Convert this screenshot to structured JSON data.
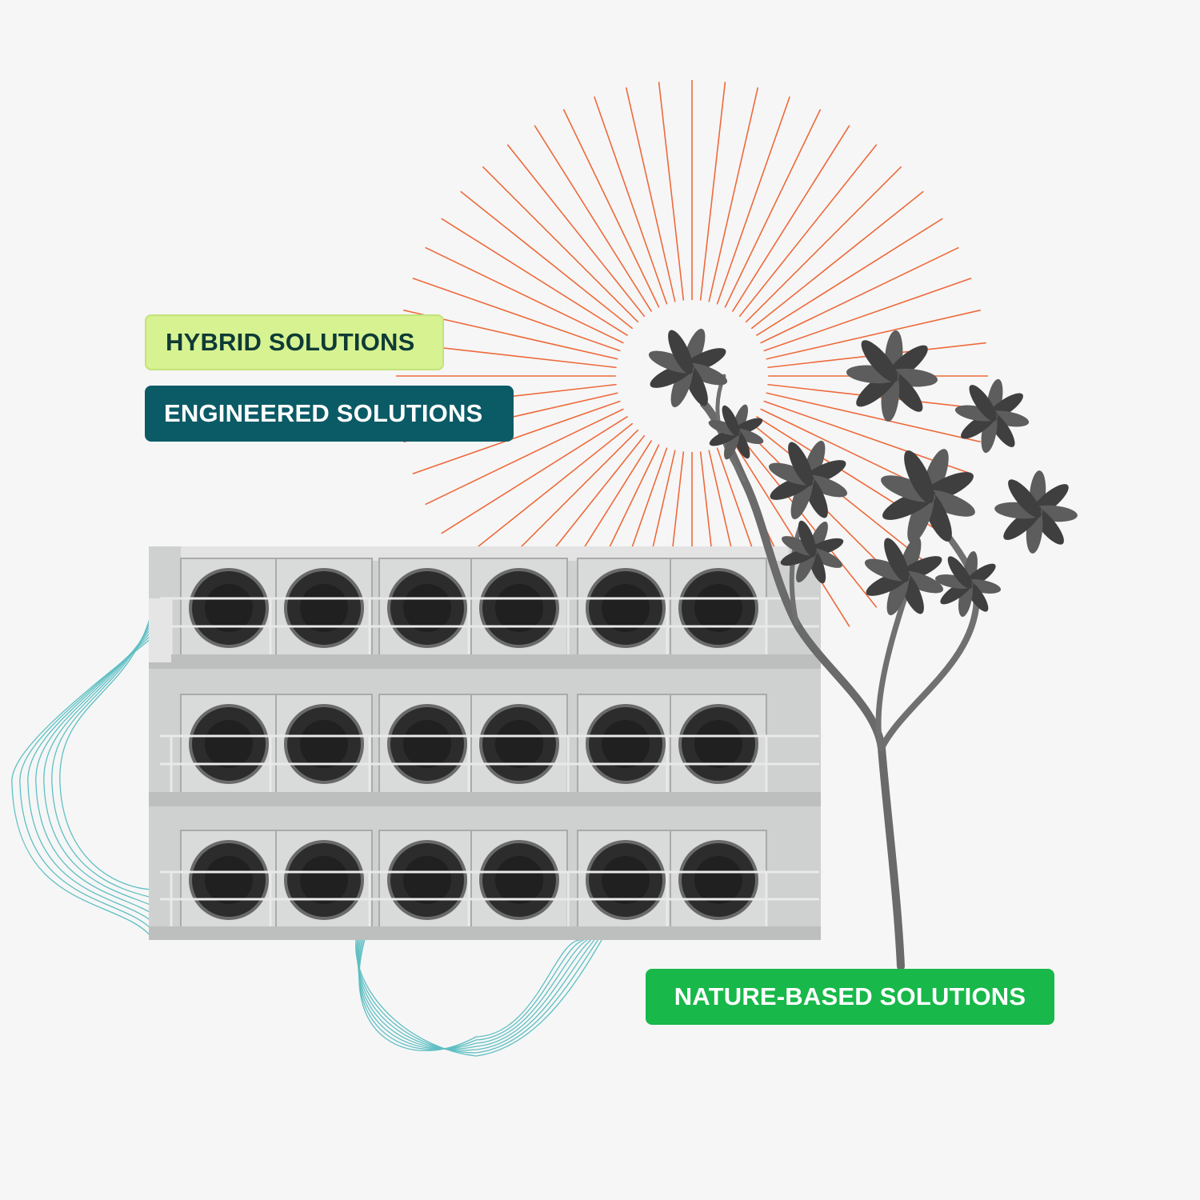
{
  "labels": {
    "hybrid": "HYBRID SOLUTIONS",
    "engineered": "ENGINEERED SOLUTIONS",
    "nature": "NATURE-BASED SOLUTIONS"
  },
  "colors": {
    "background": "#f6f6f6",
    "hybrid_bg": "#d7f291",
    "hybrid_text": "#0e3b36",
    "engineered_bg": "#0b5b66",
    "engineered_text": "#ffffff",
    "nature_bg": "#18b84a",
    "nature_text": "#ffffff",
    "sunburst": "#ee6a3c",
    "curves": "#5fbfc3"
  },
  "images": {
    "facility": "direct-air-capture-facility-image",
    "tree": "frangipani-tree-image"
  }
}
